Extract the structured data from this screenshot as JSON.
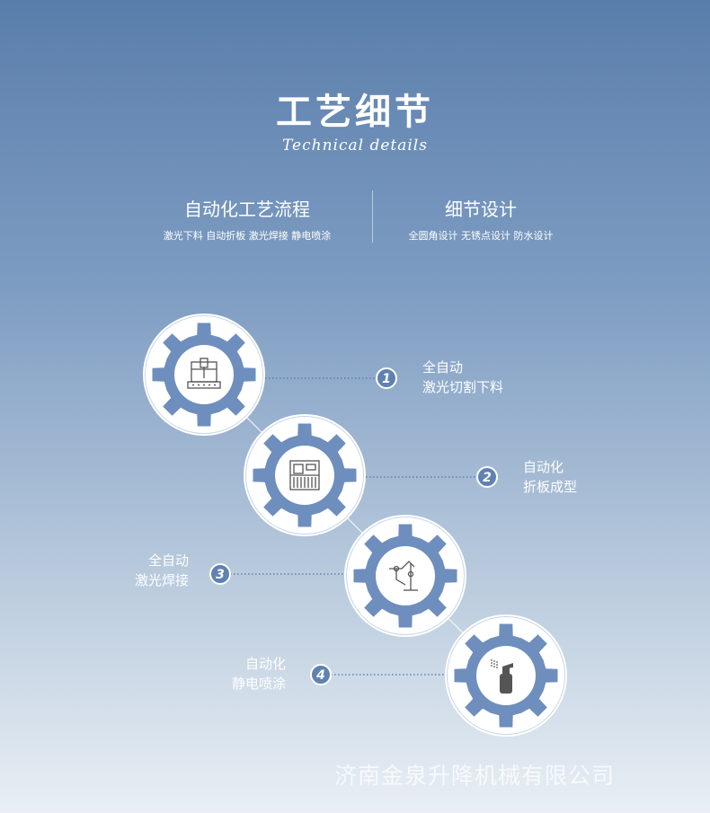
{
  "header": {
    "title": "工艺细节",
    "subtitle": "Technical details"
  },
  "columns": [
    {
      "title": "自动化工艺流程",
      "items": "激光下料  自动折板  激光焊接  静电喷涂"
    },
    {
      "title": "细节设计",
      "items": "全圆角设计  无锈点设计  防水设计"
    }
  ],
  "steps": [
    {
      "number": "1",
      "line1": "全自动",
      "line2": "激光切割下料",
      "icon": "laser-cutter-icon"
    },
    {
      "number": "2",
      "line1": "自动化",
      "line2": "折板成型",
      "icon": "press-brake-icon"
    },
    {
      "number": "3",
      "line1": "全自动",
      "line2": "激光焊接",
      "icon": "robot-arm-icon"
    },
    {
      "number": "4",
      "line1": "自动化",
      "line2": "静电喷涂",
      "icon": "spray-bottle-icon"
    }
  ],
  "watermark": "济南金泉升降机械有限公司",
  "colors": {
    "gear": "#6e8ebd",
    "badge": "#5f82b3",
    "text": "#ffffff"
  }
}
